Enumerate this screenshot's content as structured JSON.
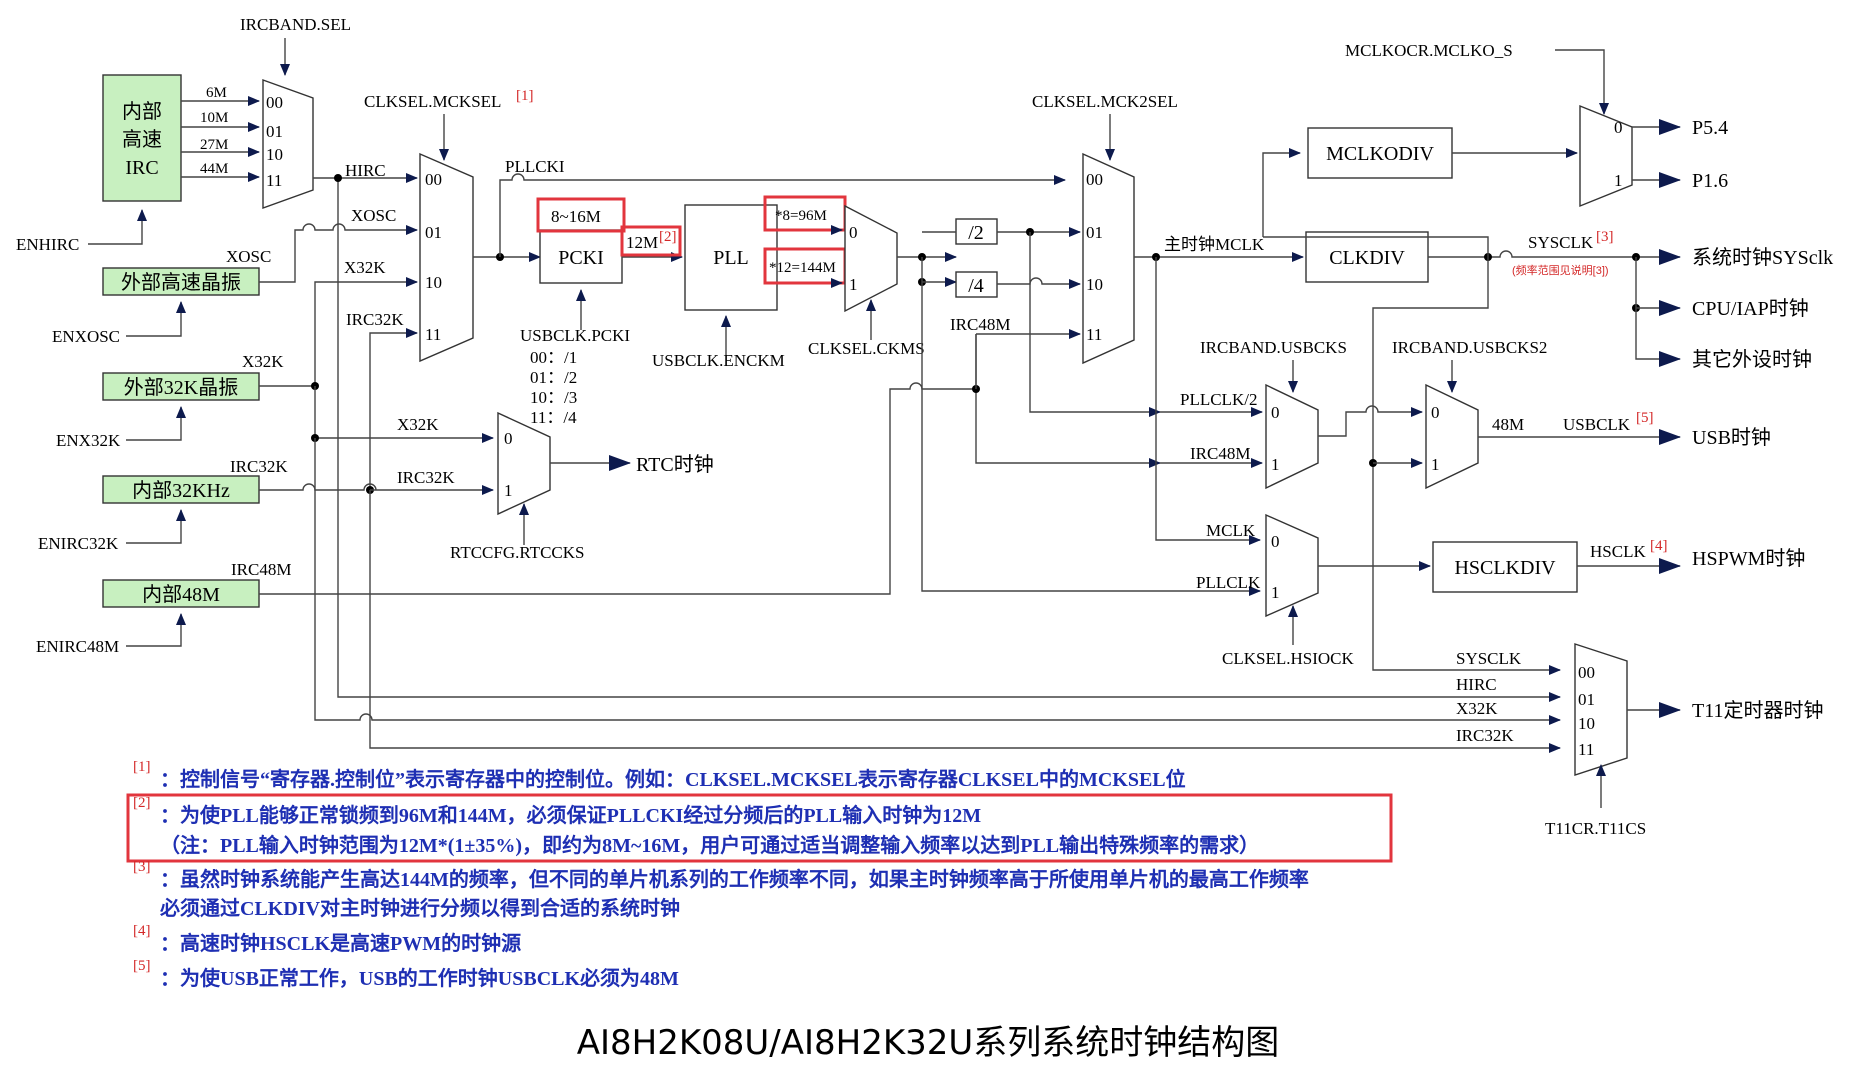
{
  "sources": {
    "irc_high": [
      "内部",
      "高速",
      "IRC"
    ],
    "ext_hf_xtal": "外部高速晶振",
    "ext_32k_xtal": "外部32K晶振",
    "int_32khz": "内部32KHz",
    "int_48m": "内部48M"
  },
  "enables": {
    "enhirc": "ENHIRC",
    "enxosc": "ENXOSC",
    "enx32k": "ENX32K",
    "enirc32k": "ENIRC32K",
    "enirc48m": "ENIRC48M"
  },
  "irc_freqs": [
    "6M",
    "10M",
    "27M",
    "44M"
  ],
  "signals": {
    "hirc": "HIRC",
    "xosc": "XOSC",
    "x32k": "X32K",
    "irc32k": "IRC32K",
    "irc48m": "IRC48M",
    "pllcki": "PLLCKI",
    "mclk": "主时钟MCLK",
    "sysclk": "SYSCLK",
    "sysclk_fn": "[3]",
    "sysclk_note": "(频率范围见说明[3])",
    "pllclk_div2": "PLLCLK/2",
    "mclk_short": "MCLK",
    "pllclk": "PLLCLK",
    "f48m": "48M",
    "usbclk": "USBCLK",
    "usbclk_fn": "[5]",
    "hsclk": "HSCLK",
    "hsclk_fn": "[4]"
  },
  "controls": {
    "ircband_sel": "IRCBAND.SEL",
    "clksel_mcksel": "CLKSEL.MCKSEL",
    "mcksel_fn": "[1]",
    "clksel_mck2sel": "CLKSEL.MCK2SEL",
    "mclkocr": "MCLKOCR.MCLKO_S",
    "usbclk_pcki": "USBCLK.PCKI",
    "usbclk_enckm": "USBCLK.ENCKM",
    "clksel_ckms": "CLKSEL.CKMS",
    "rtccfg": "RTCCFG.RTCCKS",
    "ircband_usbcks": "IRCBAND.USBCKS",
    "ircband_usbcks2": "IRCBAND.USBCKS2",
    "clksel_hsiock": "CLKSEL.HSIOCK",
    "t11cr": "T11CR.T11CS"
  },
  "pcki_divs": [
    "00：/1",
    "01：/2",
    "10：/3",
    "11：/4"
  ],
  "blocks": {
    "pcki": "PCKI",
    "pll": "PLL",
    "div2": "/2",
    "div4": "/4",
    "clkdiv": "CLKDIV",
    "mclkodiv": "MCLKODIV",
    "hsclkdiv": "HSCLKDIV"
  },
  "highlights": {
    "range": "8~16M",
    "twelve": "12M",
    "twelve_fn": "[2]",
    "mul8": "*8=96M",
    "mul12": "*12=144M"
  },
  "mux_inputs": {
    "four": [
      "00",
      "01",
      "10",
      "11"
    ],
    "two": [
      "0",
      "1"
    ]
  },
  "outputs": {
    "p54": "P5.4",
    "p16": "P1.6",
    "sysclk": "系统时钟SYSclk",
    "cpu": "CPU/IAP时钟",
    "periph": "其它外设时钟",
    "usb": "USB时钟",
    "hspwm": "HSPWM时钟",
    "rtc": "RTC时钟",
    "t11": "T11定时器时钟"
  },
  "t11_inputs": [
    "SYSCLK",
    "HIRC",
    "X32K",
    "IRC32K"
  ],
  "notes": [
    {
      "mark": "[1]",
      "lines": [
        "：控制信号“寄存器.控制位”表示寄存器中的控制位。例如：CLKSEL.MCKSEL表示寄存器CLKSEL中的MCKSEL位"
      ]
    },
    {
      "mark": "[2]",
      "lines": [
        "：为使PLL能够正常锁频到96M和144M，必须保证PLLCKI经过分频后的PLL输入时钟为12M",
        "（注：PLL输入时钟范围为12M*(1±35%)，即约为8M~16M，用户可通过适当调整输入频率以达到PLL输出特殊频率的需求）"
      ]
    },
    {
      "mark": "[3]",
      "lines": [
        "：虽然时钟系统能产生高达144M的频率，但不同的单片机系列的工作频率不同，如果主时钟频率高于所使用单片机的最高工作频率",
        "必须通过CLKDIV对主时钟进行分频以得到合适的系统时钟"
      ]
    },
    {
      "mark": "[4]",
      "lines": [
        "：高速时钟HSCLK是高速PWM的时钟源"
      ]
    },
    {
      "mark": "[5]",
      "lines": [
        "：为使USB正常工作，USB的工作时钟USBCLK必须为48M"
      ]
    }
  ],
  "caption": "AI8H2K08U/AI8H2K32U系列系统时钟结构图",
  "colors": {
    "source_fill": "#c8f0c0",
    "note_text": "#1e2fb3",
    "highlight": "#e2353d",
    "arrow": "#0d1a4d"
  }
}
